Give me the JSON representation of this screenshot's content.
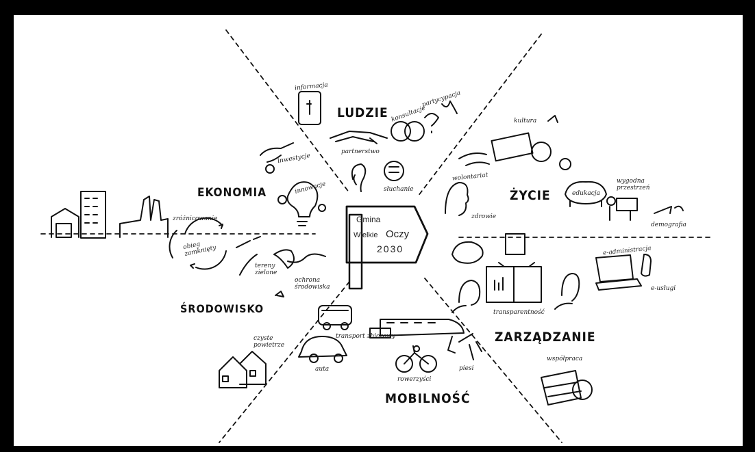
{
  "sign": {
    "line1": "Gmina",
    "line2a": "Wielkie",
    "line2b": "Oczy",
    "line3": "2030"
  },
  "sectors": {
    "ludzie": "LUDZIE",
    "zycie": "ŻYCIE",
    "ekonomia": "EKONOMIA",
    "srodowisko": "ŚRODOWISKO",
    "zarzadzanie": "ZARZĄDZANIE",
    "mobilnosc": "MOBILNOŚĆ"
  },
  "annotations": {
    "informacja": "informacja",
    "partnerstwo": "partnerstwo",
    "konsultacje": "konsultacje",
    "partycypacja": "partycypacja",
    "sluchanie": "słuchanie",
    "inwestycje": "inwestycje",
    "innowacje": "innowacje",
    "zroznicowanie": "zróżnicowanie",
    "kultura": "kultura",
    "wolontariat": "wolontariat",
    "zdrowie": "zdrowie",
    "edukacja": "edukacja",
    "wygodna_przestrzen": "wygodna przestrzeń",
    "demografia": "demografia",
    "obieg_zamkniety": "obieg zamknięty",
    "tereny_zielone": "tereny zielone",
    "ochrona_srodowiska": "ochrona środowiska",
    "e_administracja": "e-administracja",
    "e_uslugi": "e-usługi",
    "transparentnosc": "transparentność",
    "wspolpraca": "współpraca",
    "transport_zbiorowy": "transport zbiorowy",
    "czyste_powietrze": "czyste powietrze",
    "auta": "auta",
    "rowerzysci": "rowerzyści",
    "piesi": "piesi"
  }
}
